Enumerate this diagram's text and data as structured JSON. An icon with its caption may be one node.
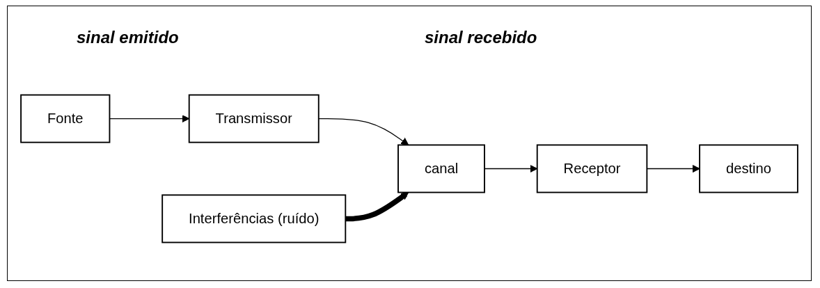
{
  "diagram": {
    "nodes": [
      {
        "text": [
          "Fonte"
        ]
      },
      {
        "text": [
          "Transmissor"
        ]
      },
      {
        "text": [
          "canal"
        ]
      },
      {
        "text": [
          "Receptor"
        ]
      },
      {
        "text": [
          "destino"
        ]
      },
      {
        "text": [
          "Interferências (ruído)"
        ]
      }
    ],
    "edges": [
      {
        "from": 0,
        "to": 1,
        "arrow": "to"
      },
      {
        "from": 1,
        "to": 2,
        "arrow": "to"
      },
      {
        "from": 2,
        "to": 3,
        "arrow": "to"
      },
      {
        "from": 3,
        "to": 4,
        "arrow": "to"
      },
      {
        "from": 5,
        "to": 2,
        "arrow": "to",
        "style": "thick"
      }
    ],
    "labels": [
      "sinal emitido",
      "sinal recebido"
    ]
  }
}
